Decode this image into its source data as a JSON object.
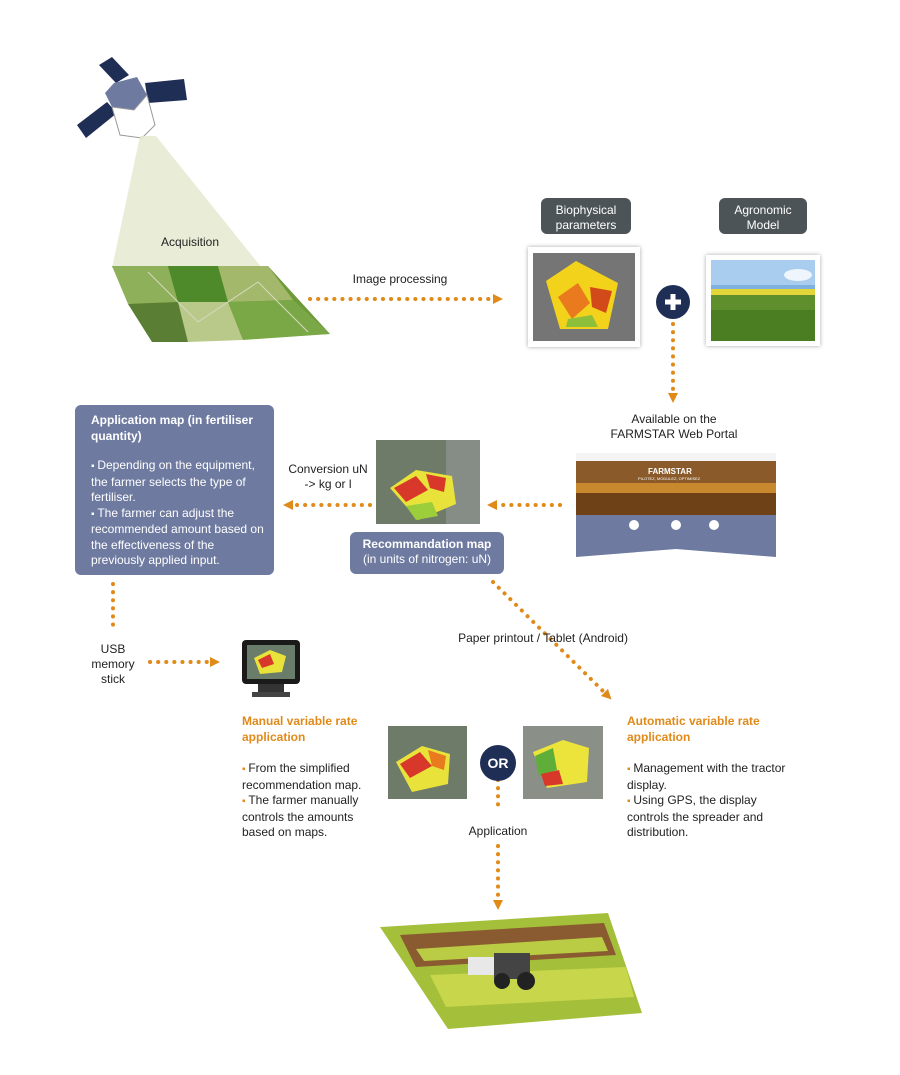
{
  "labels": {
    "acquisition": "Acquisition",
    "image_processing": "Image processing",
    "biophysical": "Biophysical parameters",
    "agronomic": "Agronomic Model",
    "portal": "Available on the FARMSTAR Web Portal",
    "conversion": "Conversion uN -> kg or l",
    "usb": "USB memory stick",
    "paper": "Paper printout / Tablet (Android)",
    "or": "OR",
    "application": "Application"
  },
  "application_map": {
    "title": "Application map (in fertiliser quantity)",
    "bullet1": "Depending on the equipment, the farmer selects the type of fertiliser.",
    "bullet2": "The farmer can adjust the recommended amount based on the effectiveness  of the previously applied input."
  },
  "recommendation_map": {
    "title": "Recommandation map",
    "subtitle": "(in units of nitrogen: uN)"
  },
  "manual": {
    "title": "Manual variable rate application",
    "bullet1": "From the simplified recommendation map.",
    "bullet2": "The farmer manually controls the amounts based on maps."
  },
  "automatic": {
    "title": "Automatic variable rate application",
    "bullet1": "Management with the tractor display.",
    "bullet2": "Using GPS, the display controls the spreader and distribution."
  },
  "portal_screenshot": {
    "brand": "FARMSTAR",
    "tagline": "PILOTEZ, MODULEZ, OPTIMISEZ"
  },
  "colors": {
    "arrow": "#e08a1a",
    "panel": "#6e7aa0",
    "dark_label": "#4d5458",
    "circle": "#1f2e55",
    "orange_title": "#e08a1a"
  }
}
